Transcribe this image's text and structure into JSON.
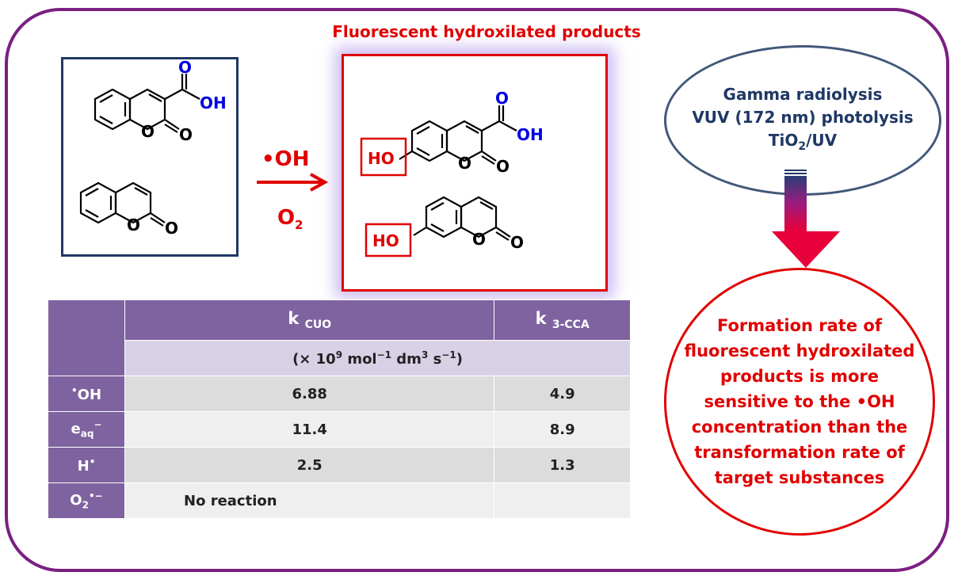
{
  "products_title": "Fluorescent hydroxilated products",
  "reagent_top": "•OH",
  "reagent_bottom": "O",
  "reagent_bottom_sub": "2",
  "molecule_labels": {
    "o_top": "O",
    "oh": "OH",
    "ring_o": "O",
    "carbonyl_o": "O",
    "ho": "HO"
  },
  "sources": {
    "line1": "Gamma radiolysis",
    "line2": "VUV (172 nm) photolysis",
    "line3_pre": "TiO",
    "line3_sub": "2",
    "line3_post": "/UV"
  },
  "conclusion": {
    "line1": "Formation rate of",
    "line2": "fluorescent hydroxilated",
    "line3": "products is more",
    "line4": "sensitive to the •OH",
    "line5": "concentration than the",
    "line6": "transformation rate of",
    "line7": "target substances"
  },
  "table": {
    "col1_main": "k",
    "col1_sub": "CUO",
    "col2_main": "k",
    "col2_sub": "3-CCA",
    "units_pre": "(× 10",
    "units_sup1": "9",
    "units_mid1": " mol",
    "units_sup2": "−1",
    "units_mid2": " dm",
    "units_sup3": "3",
    "units_mid3": " s",
    "units_sup4": "−1",
    "units_post": ")",
    "rows": [
      {
        "label_pre": "",
        "label_sup": "•",
        "label_main": "OH",
        "label_sub": "",
        "c1": "6.88",
        "c2": "4.9"
      },
      {
        "label_pre": "e",
        "label_sup": "−",
        "label_main": "",
        "label_sub": "aq",
        "c1": "11.4",
        "c2": "8.9"
      },
      {
        "label_pre": "H",
        "label_sup": "•",
        "label_main": "",
        "label_sub": "",
        "c1": "2.5",
        "c2": "1.3"
      },
      {
        "label_pre": "O",
        "label_sup": "•−",
        "label_main": "",
        "label_sub": "2",
        "c1": "No reaction",
        "c2": ""
      }
    ]
  },
  "colors": {
    "frame": "#7b1f82",
    "navy": "#1f3864",
    "red": "#e00000",
    "table_header": "#7e63a0",
    "blue_atoms": "#0000e0"
  }
}
